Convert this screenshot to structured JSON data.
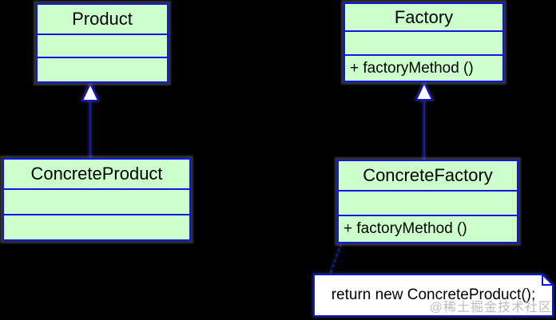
{
  "diagram": {
    "kind": "uml-class-diagram",
    "classes": [
      {
        "id": "product",
        "name": "Product",
        "attributes": [],
        "operations": []
      },
      {
        "id": "factory",
        "name": "Factory",
        "attributes": [],
        "operations": [
          "+ factoryMethod ()"
        ]
      },
      {
        "id": "concrete-product",
        "name": "ConcreteProduct",
        "attributes": [],
        "operations": []
      },
      {
        "id": "concrete-factory",
        "name": "ConcreteFactory",
        "attributes": [],
        "operations": [
          "+ factoryMethod ()"
        ]
      }
    ],
    "relations": [
      {
        "from": "ConcreteProduct",
        "to": "Product",
        "type": "generalization"
      },
      {
        "from": "ConcreteFactory",
        "to": "Factory",
        "type": "generalization"
      },
      {
        "from": "ConcreteFactory",
        "to": "note",
        "type": "note-anchor",
        "style": "dashed"
      }
    ],
    "note": {
      "text": "return new ConcreteProduct();"
    },
    "watermark": "@稀土掘金技术社区",
    "colors": {
      "background": "#000000",
      "class_fill": "#ccffcc",
      "border_blue": "#1414e0",
      "note_fill": "#ffffff",
      "text": "#000000",
      "triangle_fill": "#ffffff",
      "watermark": "#a5a5a5"
    }
  }
}
